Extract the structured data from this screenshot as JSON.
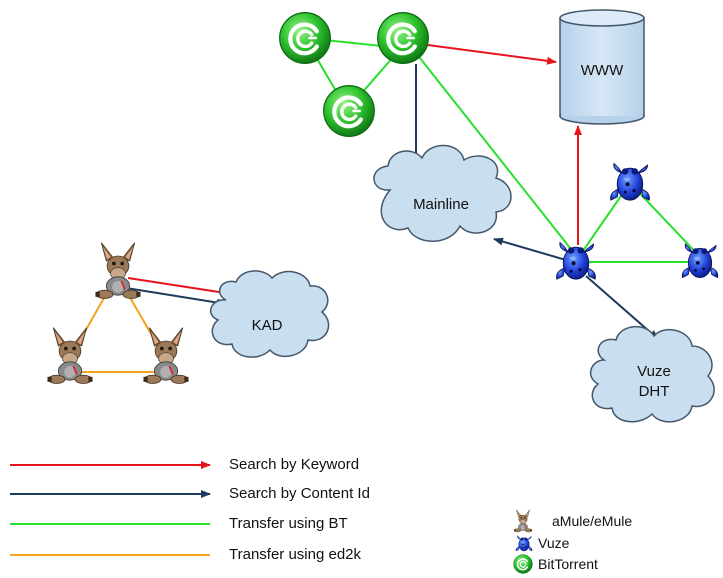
{
  "nodes": {
    "www": "WWW",
    "mainline": "Mainline",
    "kad": "KAD",
    "vuze_dht_line1": "Vuze",
    "vuze_dht_line2": "DHT"
  },
  "legend_lines": [
    {
      "label": "Search by Keyword",
      "color": "#e8141c",
      "arrow": true
    },
    {
      "label": "Search by Content Id",
      "color": "#1f3a5f",
      "arrow": true
    },
    {
      "label": "Transfer using BT",
      "color": "#27e02b",
      "arrow": false
    },
    {
      "label": "Transfer using ed2k",
      "color": "#f5a31c",
      "arrow": false
    }
  ],
  "legend_icons": [
    {
      "label": "aMule/eMule",
      "icon": "donkey-icon"
    },
    {
      "label": "Vuze",
      "icon": "frog-icon"
    },
    {
      "label": "BitTorrent",
      "icon": "bittorrent-icon"
    }
  ],
  "colors": {
    "keyword": "#e8141c",
    "content_id": "#1f3a5f",
    "bt": "#27e02b",
    "ed2k": "#f5a31c",
    "cloud_fill": "#c9dff0",
    "cloud_stroke": "#44576b"
  }
}
